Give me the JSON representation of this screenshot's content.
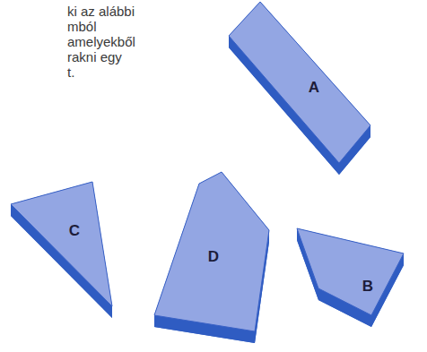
{
  "diagram": {
    "nodes": [
      {
        "text": [
          "A"
        ]
      },
      {
        "text": [
          "C"
        ]
      },
      {
        "text": [
          "D"
        ]
      },
      {
        "text": [
          "B"
        ]
      }
    ],
    "labels": [
      "ki az alábbi",
      "mból",
      "amelyekből",
      "rakni egy",
      "t."
    ]
  }
}
